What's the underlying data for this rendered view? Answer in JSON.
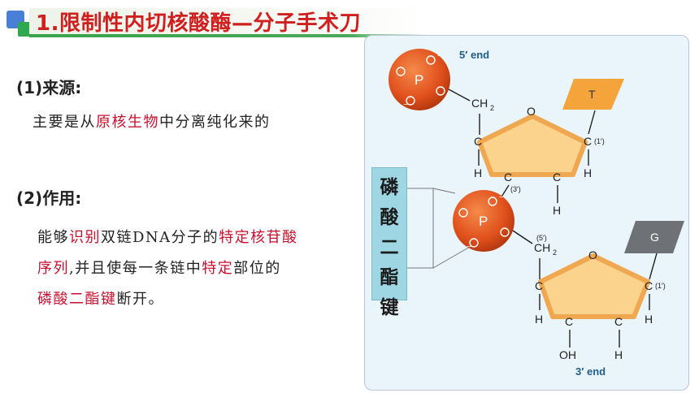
{
  "title": "1.限制性内切核酸酶—分子手术刀",
  "section1": {
    "heading": "(1)来源:",
    "text_a": "主要是从",
    "text_b": "原核生物",
    "text_c": "中分离纯化来的"
  },
  "section2": {
    "heading": "(2)作用:",
    "line1_a": "能够",
    "line1_b": "识别",
    "line1_c": "双链DNA分子的",
    "line1_d": "特定核苷酸",
    "line2_a": "序列",
    "line2_b": ",并且使每一条链中",
    "line2_c": "特定",
    "line2_d": "部位的",
    "line3_a": "磷酸二酯键",
    "line3_b": "断开。"
  },
  "bond_label": "磷\n酸\n二\n酯\n键",
  "diagram": {
    "five_prime_end": "5′ end",
    "three_prime_end": "3′ end",
    "base_top": "T",
    "base_bottom": "G",
    "phosphate_P": "P",
    "phosphate_O": "O",
    "minus": "−",
    "ch2": "CH",
    "ch2_sub": "2",
    "carbon": "C",
    "hydrogen": "H",
    "oxygen": "O",
    "oh": "OH",
    "one_prime": "(1′)",
    "three_prime": "(3′)",
    "five_prime": "(5′)"
  },
  "colors": {
    "title_red": "#d01f1f",
    "highlight_red": "#c8102e",
    "phosphate": "#e0501c",
    "sugar": "#fbd38d",
    "base_T": "#f4a43a",
    "base_G": "#6e7176",
    "bond_label_bg": "#9ed7e3"
  }
}
